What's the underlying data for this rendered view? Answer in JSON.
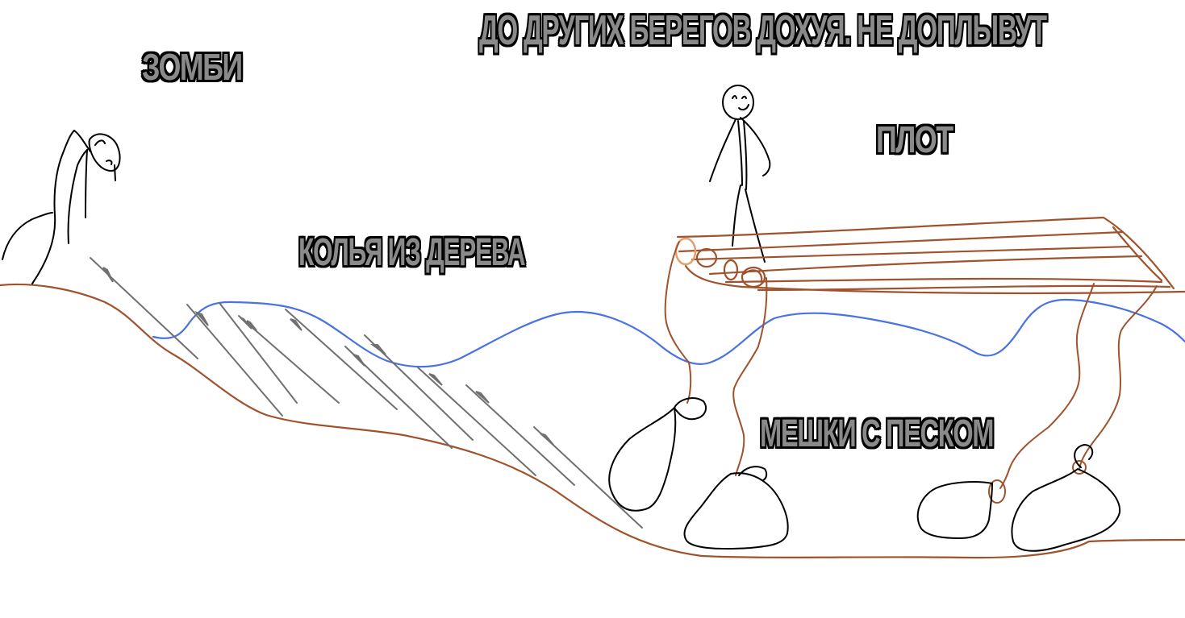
{
  "captions": {
    "title": "ДО ДРУГИХ БЕРЕГОВ ДОХУЯ. НЕ ДОПЛЫВУТ",
    "zombie": "ЗОМБИ",
    "raft": "ПЛОТ",
    "stakes": "КОЛЬЯ ИЗ ДЕРЕВА",
    "bags": "МЕШКИ С ПЕСКОМ"
  },
  "colors": {
    "ground": "#a0522d",
    "water": "#4a72e0",
    "stakes": "#707070",
    "figures": "#000000",
    "raft_highlight": "#e0a070",
    "caption_fill": "#8a8a8a",
    "caption_outline": "#000000"
  }
}
